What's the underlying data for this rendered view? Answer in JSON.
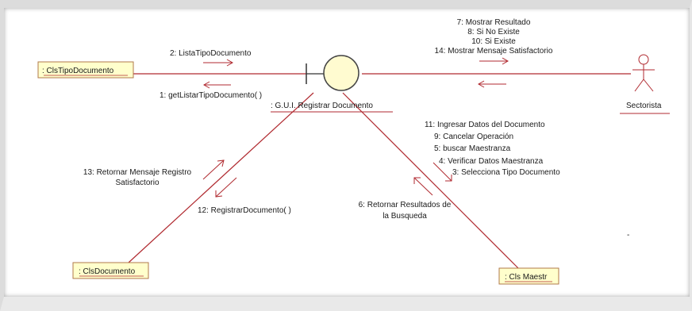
{
  "colors": {
    "line": "#b02a30",
    "box_fill": "#ffffcc",
    "box_border": "#b07a4a",
    "control_fill": "#fffbd0",
    "text": "#1a1a1a",
    "actor": "#b02a30"
  },
  "objects": {
    "cls_tipo_documento": ": ClsTipoDocumento",
    "gui": ": G.U.I. Registrar Documento",
    "actor": "Sectorista",
    "cls_documento": ": ClsDocumento",
    "cls_maestr": ": Cls Maestr"
  },
  "messages": {
    "top_right": [
      "7: Mostrar Resultado",
      "8: Si No Existe",
      "10: Si Existe",
      "14: Mostrar Mensaje Satisfactorio"
    ],
    "lista_tipo": "2: ListaTipoDocumento",
    "get_listar": "1: getListarTipoDocumento( )",
    "right_diag": [
      "11: Ingresar Datos del Documento",
      "9: Cancelar Operación",
      "5: buscar  Maestranza",
      "4: Verificar Datos  Maestranza",
      "3: Selecciona Tipo Documento"
    ],
    "retornar_mensaje": [
      "13: Retornar Mensaje Registro",
      "Satisfactorio"
    ],
    "registrar_documento": "12: RegistrarDocumento( )",
    "retornar_resultados": [
      "6: Retornar Resultados de",
      "la Busqueda"
    ]
  },
  "decor": {
    "dash": "-"
  }
}
